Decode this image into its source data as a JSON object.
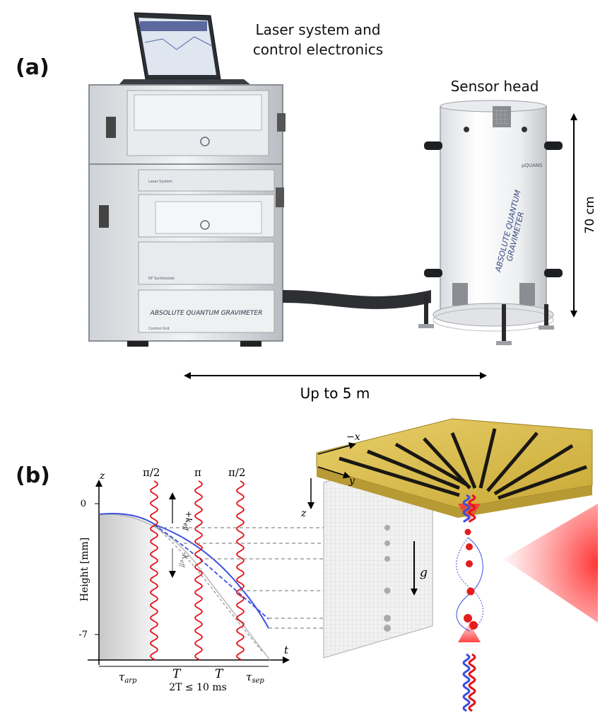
{
  "panel_a": {
    "label": "(a)",
    "laser_caption_line1": "Laser system and",
    "laser_caption_line2": "control electronics",
    "sensor_caption": "Sensor head",
    "height_label": "70 cm",
    "distance_label": "Up to 5 m",
    "rack_text": "ABSOLUTE QUANTUM GRAVIMETER",
    "rack_small_1": "Laser System",
    "rack_small_2": "RF Synthesizer",
    "rack_small_3": "Control Unit",
    "sensor_text_1": "ABSOLUTE QUANTUM",
    "sensor_text_2": "GRAVIMETER",
    "logo": "μQUANS"
  },
  "panel_b": {
    "label": "(b)",
    "z_axis": "z",
    "t_axis": "t",
    "ylabel": "Height [mm]",
    "y_tick_top": "0",
    "y_tick_bottom": "-7",
    "pulse1": "π/2",
    "pulse2": "π",
    "pulse3": "π/2",
    "k_up": "+k",
    "k_up_sub": "eff",
    "k_down": "-k",
    "k_down_sub": "eff",
    "tau_arp": "τ",
    "tau_arp_sub": "arp",
    "T1": "T",
    "T2": "T",
    "constraint": "2T ≤ 10 ms",
    "tau_sep": "τ",
    "tau_sep_sub": "sep",
    "axis_minus_x": "−x",
    "axis_y": "y",
    "axis_z": "z",
    "gravity": "g"
  }
}
